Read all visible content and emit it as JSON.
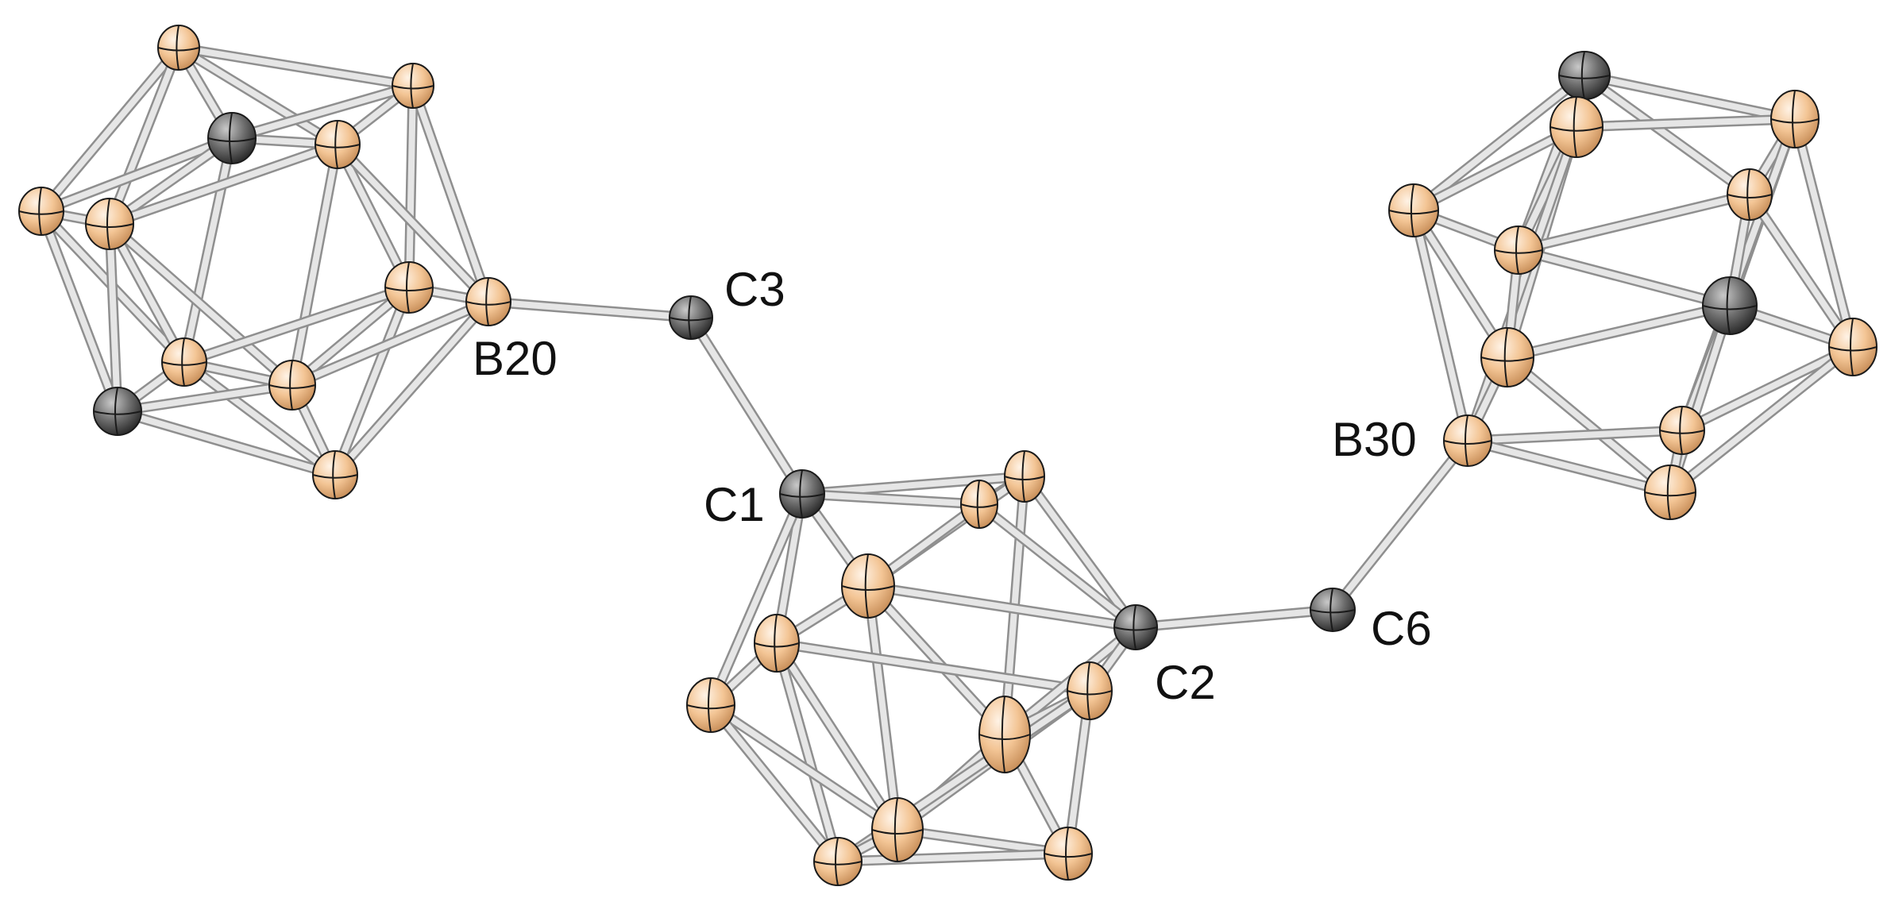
{
  "labels": {
    "b20": "B20",
    "c3": "C3",
    "c1": "C1",
    "c2": "C2",
    "c6": "C6",
    "b30": "B30"
  },
  "colors": {
    "boron": "#f3c595",
    "carbon": "#6d6d6d",
    "bond": "#c9c9c9",
    "background": "#ffffff"
  }
}
